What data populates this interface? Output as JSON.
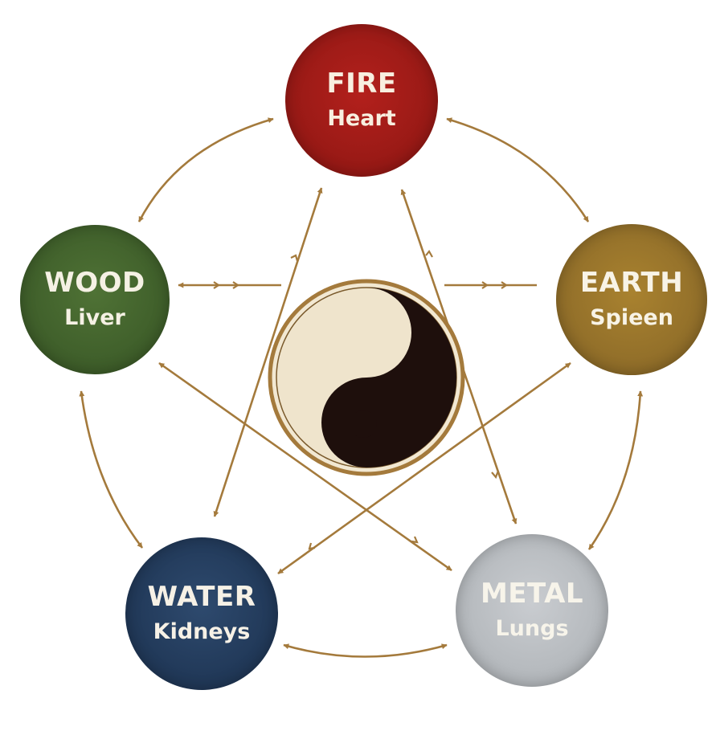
{
  "elements": {
    "fire": {
      "name": "FIRE",
      "organ": "Heart"
    },
    "earth": {
      "name": "EARTH",
      "organ": "Spieen"
    },
    "metal": {
      "name": "METAL",
      "organ": "Lungs"
    },
    "water": {
      "name": "WATER",
      "organ": "Kidneys"
    },
    "wood": {
      "name": "WOOD",
      "organ": "Liver"
    }
  },
  "colors": {
    "fire": "#9a1a16",
    "earth": "#93702a",
    "metal": "#b6babe",
    "water": "#223a5a",
    "wood": "#40602b",
    "arrow": "#a47a3c",
    "yin": "#1e0f0c",
    "yang": "#efe4cc",
    "yin_yang_ring": "#a47a3c"
  }
}
